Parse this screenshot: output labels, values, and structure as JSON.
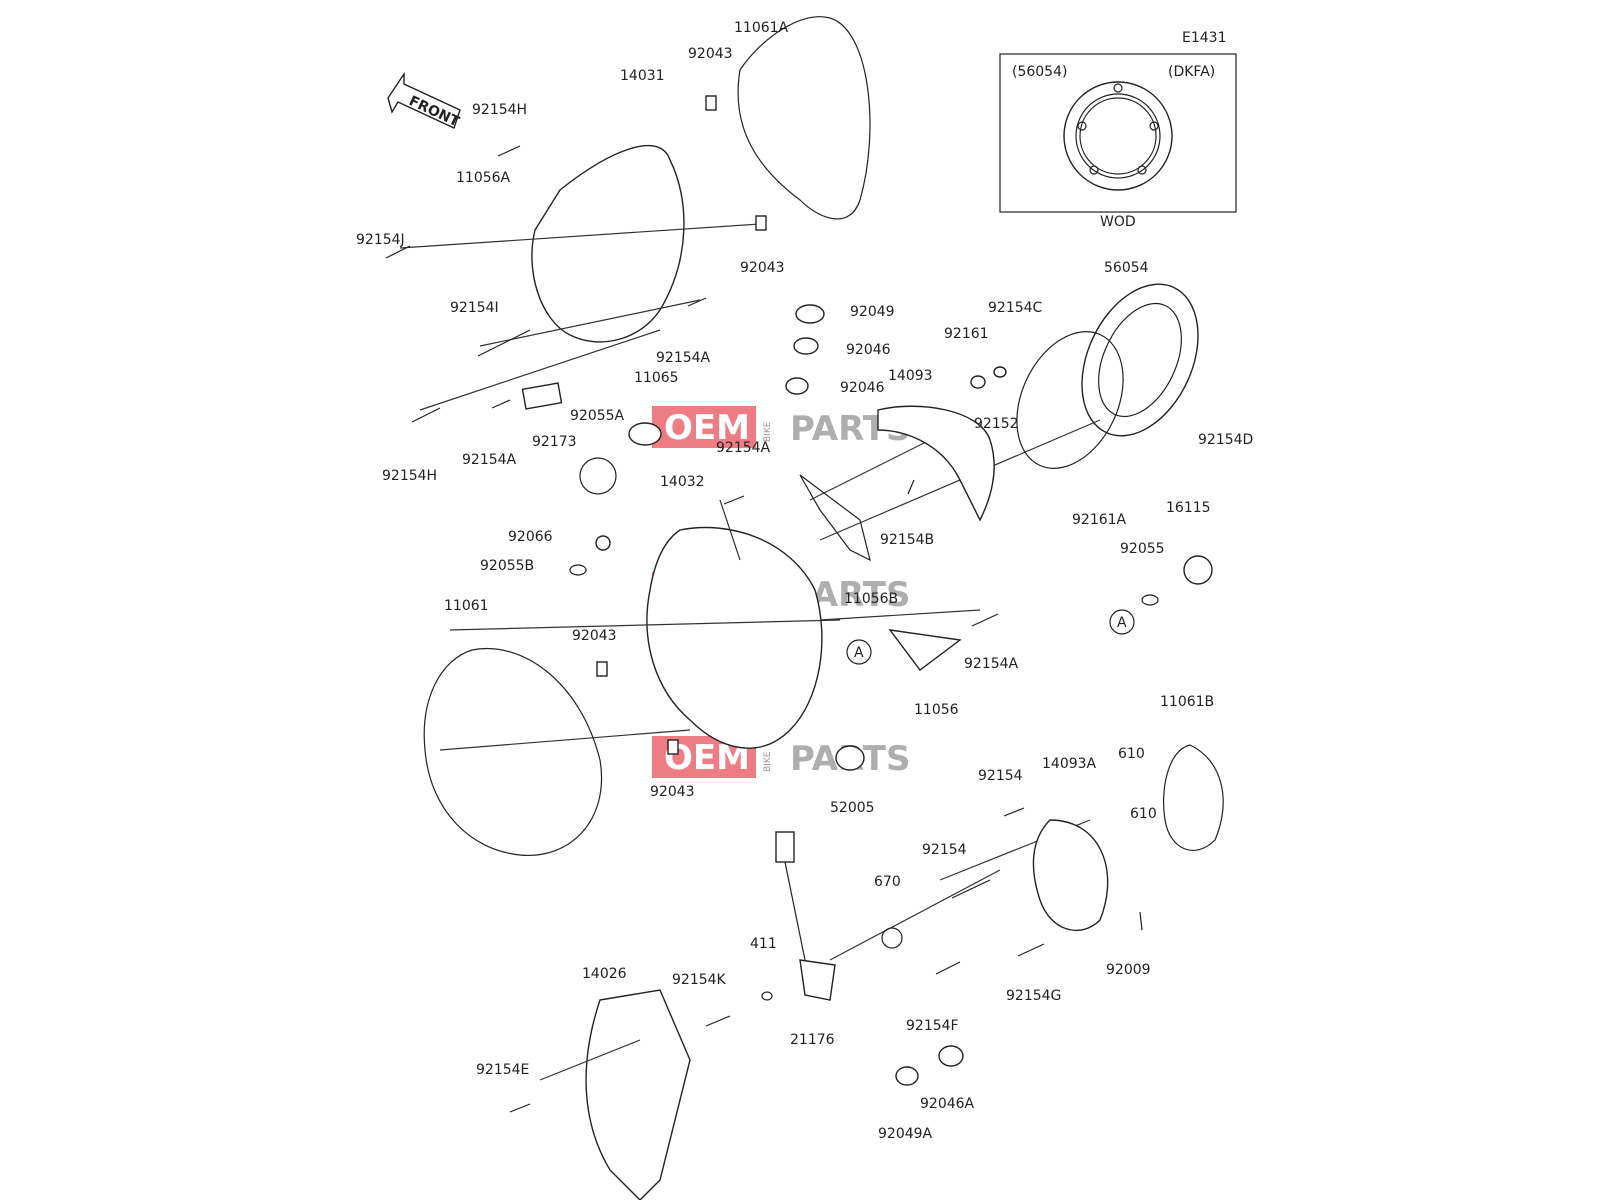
{
  "diagram": {
    "code": "E1431",
    "inset": {
      "left": "(56054)",
      "right": "(DKFA)",
      "bottom": "WOD"
    },
    "front_label": "FRONT",
    "circle_ref": "A",
    "watermark": {
      "oem": "OEM",
      "bike": "BIKE",
      "parts": "PARTS"
    },
    "labels": [
      "11061A",
      "92043",
      "14031",
      "92154H",
      "11056A",
      "92154J",
      "92043",
      "92154I",
      "92154A",
      "92154H",
      "92154A",
      "92173",
      "92055A",
      "11065",
      "92049",
      "92046",
      "92046",
      "14093",
      "92161",
      "92154C",
      "92152",
      "56054",
      "92154D",
      "92161A",
      "92154A",
      "14032",
      "92066",
      "92055B",
      "92154B",
      "11056B",
      "16115",
      "92055",
      "11061",
      "92043",
      "92154A",
      "11056",
      "92043",
      "52005",
      "11061B",
      "92154",
      "14093A",
      "610",
      "610",
      "92154",
      "670",
      "92009",
      "411",
      "92154K",
      "21176",
      "92154G",
      "92154F",
      "14026",
      "92154E",
      "92049A",
      "92046A"
    ]
  }
}
